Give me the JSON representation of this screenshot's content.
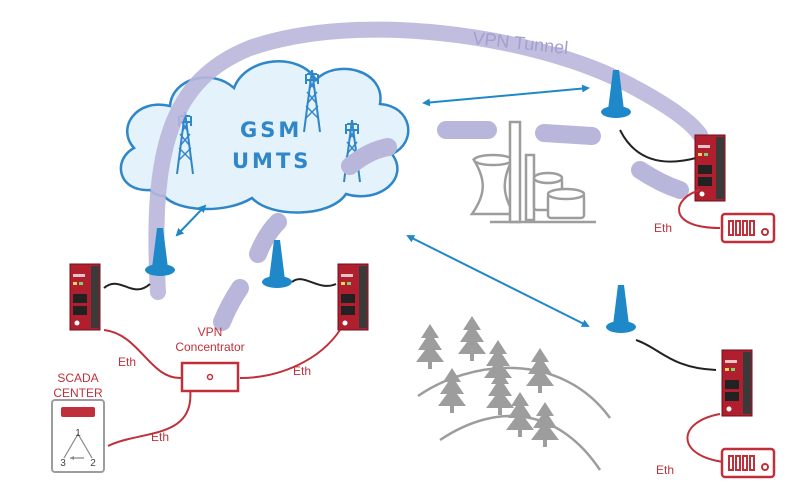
{
  "cloud": {
    "line1": "GSM",
    "line2": "UMTS"
  },
  "tunnel": {
    "label": "VPN Tunnel"
  },
  "concentrator": {
    "line1": "VPN",
    "line2": "Concentrator"
  },
  "scada": {
    "line1": "SCADA",
    "line2": "CENTER",
    "n1": "1",
    "n2": "2",
    "n3": "3"
  },
  "links": {
    "eth_left_router": "Eth",
    "eth_center_router": "Eth",
    "eth_scada": "Eth",
    "eth_plant": "Eth",
    "eth_forest": "Eth"
  },
  "colors": {
    "tunnel": "#b9b6dc",
    "cloud_fill": "#e3f2fb",
    "cloud_stroke": "#2f86c8",
    "ethernet": "#c0303a",
    "router": "#b11f2e",
    "antenna": "#1f88c8",
    "illustration_gray": "#9d9d9d"
  }
}
